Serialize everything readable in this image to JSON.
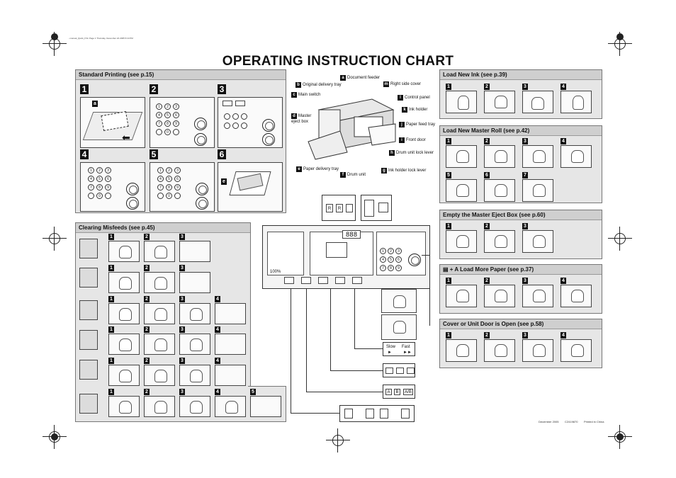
{
  "header": {
    "file_info": "...manual_Quick_P.fm Page 1 Thursday, December 22 2005 5:19 PM"
  },
  "title": "OPERATING INSTRUCTION CHART",
  "standard_printing": {
    "title": "Standard Printing (see p.15)",
    "steps": [
      "1",
      "2",
      "3",
      "4",
      "5",
      "6"
    ],
    "callouts": {
      "a": "a",
      "e": "e"
    }
  },
  "keypad": {
    "keys": [
      "1",
      "2",
      "3",
      "4",
      "5",
      "6",
      "7",
      "8",
      "9",
      "",
      "0",
      ""
    ]
  },
  "machine": {
    "labels": [
      {
        "letter": "a",
        "text": "Document feeder"
      },
      {
        "letter": "b",
        "text": "Original delivery tray"
      },
      {
        "letter": "c",
        "text": "Main switch"
      },
      {
        "letter": "d",
        "text": "Master eject box"
      },
      {
        "letter": "e",
        "text": "Paper delivery tray"
      },
      {
        "letter": "f",
        "text": "Drum unit"
      },
      {
        "letter": "g",
        "text": "Ink holder lock lever"
      },
      {
        "letter": "h",
        "text": "Drum unit lock lever"
      },
      {
        "letter": "i",
        "text": "Front door"
      },
      {
        "letter": "j",
        "text": "Paper feed tray"
      },
      {
        "letter": "k",
        "text": "Ink holder"
      },
      {
        "letter": "l",
        "text": "Control panel"
      },
      {
        "letter": "m",
        "text": "Right side cover"
      }
    ]
  },
  "load_ink": {
    "title": "Load New Ink (see p.39)",
    "steps": [
      "1",
      "2",
      "3",
      "4"
    ]
  },
  "load_master": {
    "title": "Load New Master Roll (see p.42)",
    "steps": [
      "1",
      "2",
      "3",
      "4",
      "5",
      "6",
      "7"
    ]
  },
  "empty_eject": {
    "title": "Empty the Master Eject Box (see p.60)",
    "steps": [
      "1",
      "2",
      "3"
    ]
  },
  "load_paper": {
    "title": "+ A  Load More Paper (see p.37)",
    "steps": [
      "1",
      "2",
      "3",
      "4"
    ]
  },
  "cover_open": {
    "title": "Cover or Unit Door is Open (see p.58)",
    "steps": [
      "1",
      "2",
      "3",
      "4"
    ]
  },
  "clearing": {
    "title": "Clearing Misfeeds (see p.45)",
    "rows": [
      {
        "steps": [
          "1",
          "2",
          "3"
        ]
      },
      {
        "steps": [
          "1",
          "2",
          "3"
        ]
      },
      {
        "steps": [
          "1",
          "2",
          "3",
          "4"
        ]
      },
      {
        "steps": [
          "1",
          "2",
          "3",
          "4"
        ]
      },
      {
        "steps": [
          "1",
          "2",
          "3",
          "4"
        ]
      },
      {
        "steps": [
          "1",
          "2",
          "3",
          "4",
          "5"
        ]
      }
    ]
  },
  "control_panel": {
    "display": "888",
    "speed": {
      "slow": "Slow",
      "fast": "Fast",
      "slow_icon": "►",
      "fast_icon": "►►"
    },
    "small_keys": [
      "R",
      "R"
    ],
    "reduce_keys": [
      "A",
      "B",
      "A/B"
    ],
    "percent_label": "100%"
  },
  "footer": {
    "date": "December 2005",
    "code": "C2419870",
    "printed": "Printed in China"
  }
}
